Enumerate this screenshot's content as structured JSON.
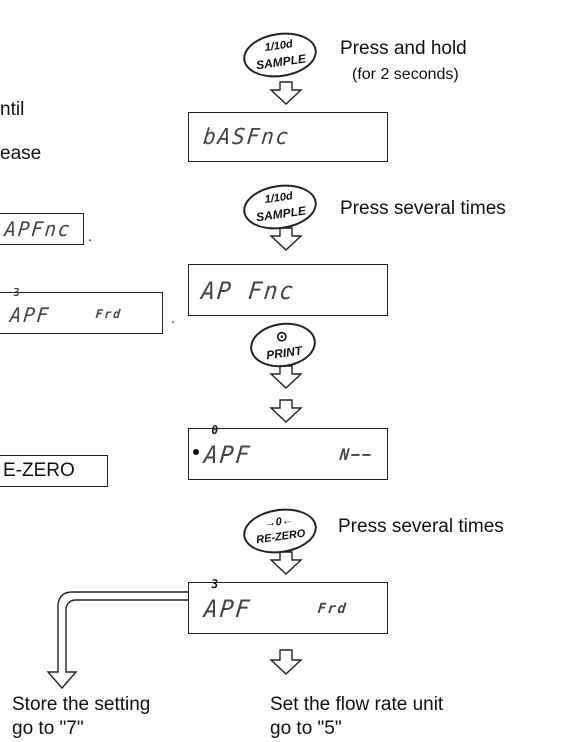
{
  "left_column": {
    "fragment_1": "ntil",
    "fragment_2": "ease",
    "fragment_3": "E-ZERO"
  },
  "left_displays": {
    "apfnc": "APFnc",
    "apf_frd_digit": "3",
    "apf_frd_main": "APF",
    "apf_frd_unit": "Frd"
  },
  "keys": {
    "sample_top": "1/10d",
    "sample_bottom": "SAMPLE",
    "print_symbol": "⊙",
    "print_label": "PRINT",
    "rezero_top": "→0←",
    "rezero_bottom": "RE-ZERO"
  },
  "instructions": {
    "press_hold": "Press and hold",
    "press_hold_note": "(for 2 seconds)",
    "press_several_1": "Press several times",
    "press_several_2": "Press several times"
  },
  "displays": {
    "basfnc": "bASFnc",
    "ap_fnc": "AP Fnc",
    "apf_mode_digit": "0",
    "apf_mode_main": "APF",
    "apf_mode_unit": "N−−",
    "apf_frd_digit": "3",
    "apf_frd_main": "APF",
    "apf_frd_unit": "Frd"
  },
  "outcomes": {
    "store_line1": "Store the setting",
    "store_line2": "go to \"7\"",
    "set_line1": "Set the flow rate unit",
    "set_line2": "go to \"5\""
  },
  "colors": {
    "ink": "#111111",
    "lcd_text": "#444444"
  }
}
